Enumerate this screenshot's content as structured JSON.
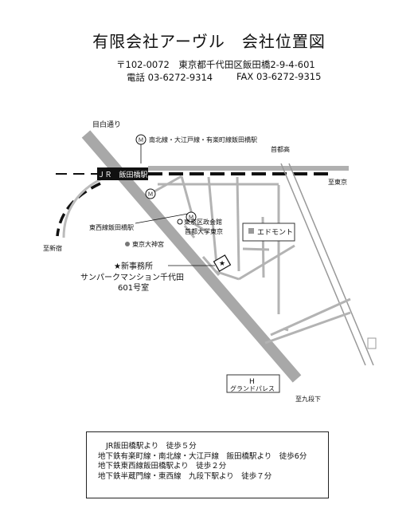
{
  "header": {
    "title": "有限会社アーヴル　会社位置図",
    "postal_address": "〒102-0072　東京都千代田区飯田橋2-9-4-601",
    "phone": "電話 03-6272-9314",
    "fax": "FAX 03-6272-9315"
  },
  "map": {
    "labels": {
      "mejiro_dori": "目白通り",
      "metro_line_note": "南北線・大江戸線・有楽町線飯田橋駅",
      "shutoko": "首都高",
      "jr_station": "ＪＲ　飯田橋駅",
      "to_tokyo": "至東京",
      "to_shinjuku": "至新宿",
      "tozai_station": "東西線飯田橋駅",
      "seikei_kaikan": "東京区政会館",
      "shuto_univ": "首都大学東京",
      "edmont": "エドモント",
      "daijingu": "東京大神宮",
      "new_office": "★新事務所",
      "mansion": "サンパークマンション千代田",
      "room": "601号室",
      "grand_palace": "グランドパレス",
      "to_kudanshita": "至九段下"
    },
    "icons": {
      "metro": "Ｍ",
      "star": "★",
      "hotel": "H"
    }
  },
  "access": {
    "lines": [
      "JR飯田橋駅より　徒歩５分",
      "地下鉄有楽町線・南北線・大江戸線　飯田橋駅より　徒歩6分",
      "地下鉄東西線飯田橋駅より　徒歩２分",
      "地下鉄半蔵門線・東西線　九段下駅より　徒歩７分"
    ]
  }
}
